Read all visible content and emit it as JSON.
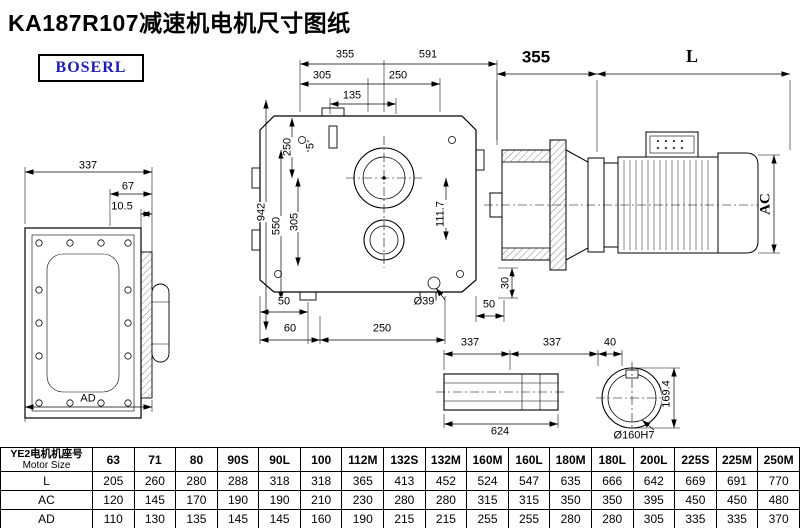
{
  "page": {
    "title": "KA187R107减速机电机尺寸图纸",
    "logo": "BOSERL",
    "logo_color": "#1d1db5",
    "line_color": "#000000"
  },
  "dims": {
    "lv337": "337",
    "lv67": "67",
    "lv105": "10.5",
    "lvAD": "AD",
    "mv355": "355",
    "mv591": "591",
    "mv305t": "305",
    "mv250t": "250",
    "mv135": "135",
    "mv250l": "250",
    "mv5": "5",
    "mv942": "942",
    "mv550": "550",
    "mv305l": "305",
    "mv1117": "111.7",
    "mv50b": "50",
    "mv60": "60",
    "mv250b": "250",
    "mv39": "Ø39",
    "mv50r": "50",
    "mv30": "30",
    "rv355": "355",
    "rvL": "L",
    "rvAC": "AC",
    "sv337a": "337",
    "sv337b": "337",
    "sv40": "40",
    "sv624": "624",
    "ev1694": "169.4",
    "ev160": "Ø160H7"
  },
  "table": {
    "header_cn": "YE2电机机座号",
    "header_en": "Motor Size",
    "columns": [
      "63",
      "71",
      "80",
      "90S",
      "90L",
      "100",
      "112M",
      "132S",
      "132M",
      "160M",
      "160L",
      "180M",
      "180L",
      "200L",
      "225S",
      "225M",
      "250M"
    ],
    "rows": [
      {
        "label": "L",
        "values": [
          "205",
          "260",
          "280",
          "288",
          "318",
          "318",
          "365",
          "413",
          "452",
          "524",
          "547",
          "635",
          "666",
          "642",
          "669",
          "691",
          "770"
        ]
      },
      {
        "label": "AC",
        "values": [
          "120",
          "145",
          "170",
          "190",
          "190",
          "210",
          "230",
          "280",
          "280",
          "315",
          "315",
          "350",
          "350",
          "395",
          "450",
          "450",
          "480"
        ]
      },
      {
        "label": "AD",
        "values": [
          "110",
          "130",
          "135",
          "145",
          "145",
          "160",
          "190",
          "215",
          "215",
          "255",
          "255",
          "280",
          "280",
          "305",
          "335",
          "335",
          "370"
        ]
      }
    ]
  }
}
